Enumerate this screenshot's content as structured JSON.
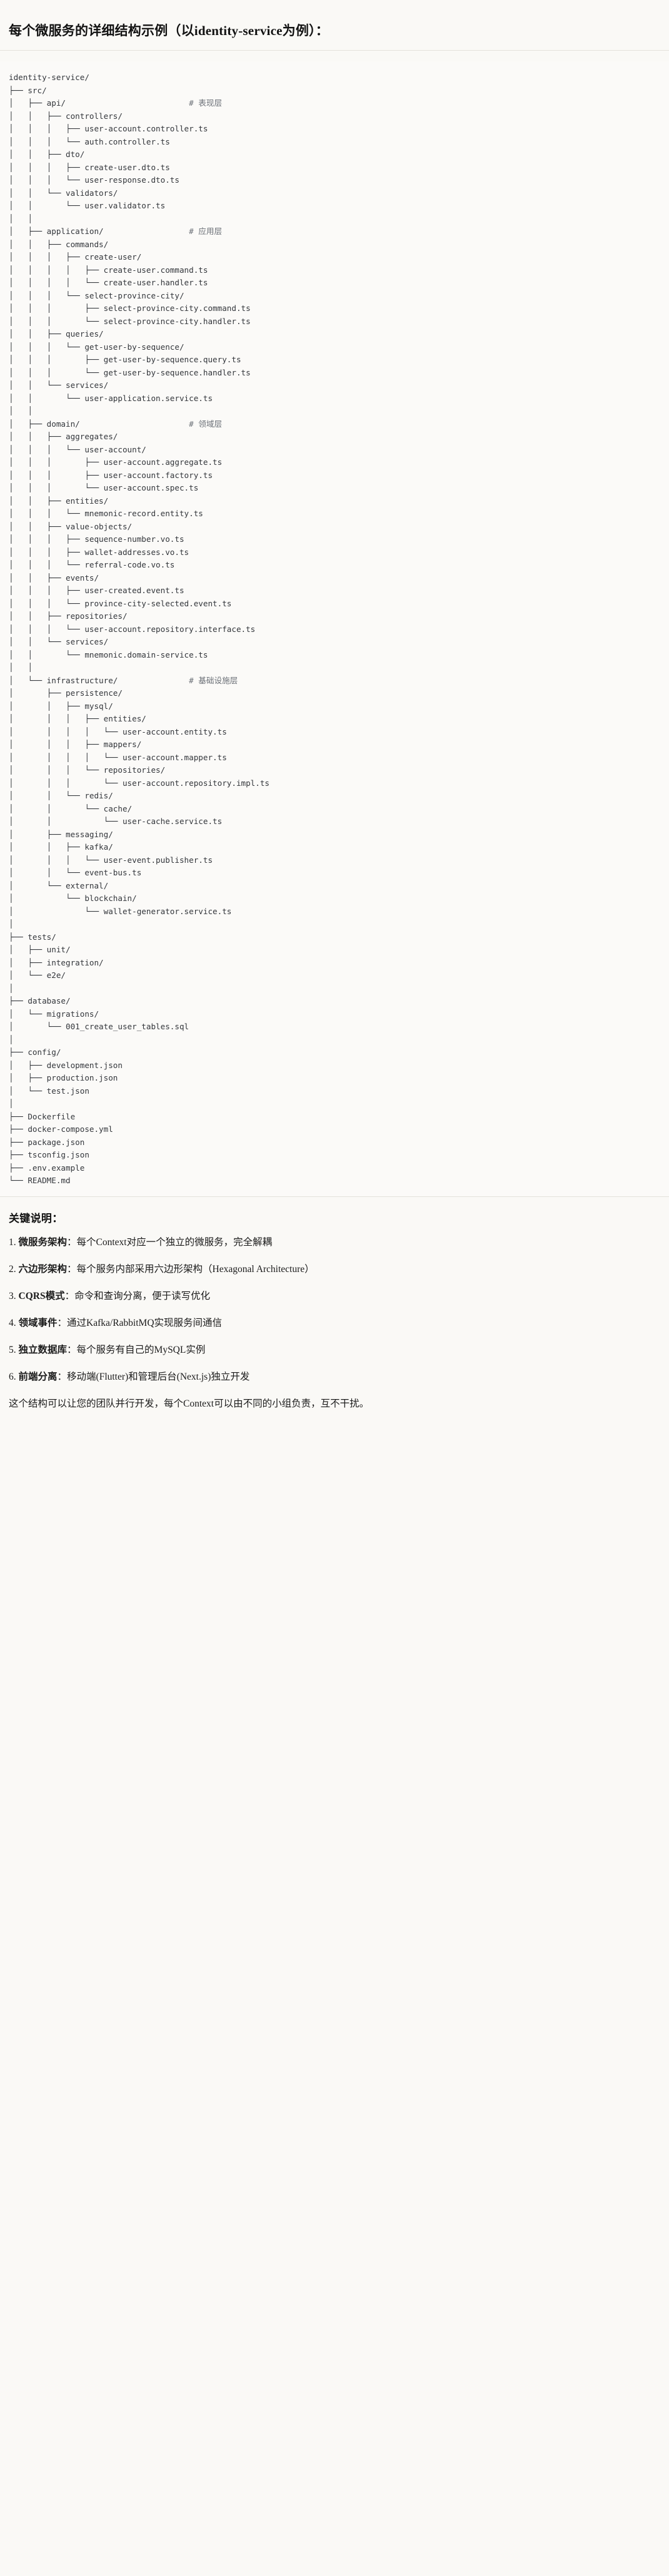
{
  "heading": "每个微服务的详细结构示例（以identity-service为例）：",
  "tree": {
    "root": "identity-service/",
    "comments": {
      "api": "# 表现层",
      "application": "# 应用层",
      "domain": "# 领域层",
      "infrastructure": "# 基础设施层"
    },
    "lines": [
      "identity-service/",
      "├── src/",
      "│   ├── api/                          # 表现层",
      "│   │   ├── controllers/",
      "│   │   │   ├── user-account.controller.ts",
      "│   │   │   └── auth.controller.ts",
      "│   │   ├── dto/",
      "│   │   │   ├── create-user.dto.ts",
      "│   │   │   └── user-response.dto.ts",
      "│   │   └── validators/",
      "│   │       └── user.validator.ts",
      "│   │",
      "│   ├── application/                  # 应用层",
      "│   │   ├── commands/",
      "│   │   │   ├── create-user/",
      "│   │   │   │   ├── create-user.command.ts",
      "│   │   │   │   └── create-user.handler.ts",
      "│   │   │   └── select-province-city/",
      "│   │   │       ├── select-province-city.command.ts",
      "│   │   │       └── select-province-city.handler.ts",
      "│   │   ├── queries/",
      "│   │   │   └── get-user-by-sequence/",
      "│   │   │       ├── get-user-by-sequence.query.ts",
      "│   │   │       └── get-user-by-sequence.handler.ts",
      "│   │   └── services/",
      "│   │       └── user-application.service.ts",
      "│   │",
      "│   ├── domain/                       # 领域层",
      "│   │   ├── aggregates/",
      "│   │   │   └── user-account/",
      "│   │   │       ├── user-account.aggregate.ts",
      "│   │   │       ├── user-account.factory.ts",
      "│   │   │       └── user-account.spec.ts",
      "│   │   ├── entities/",
      "│   │   │   └── mnemonic-record.entity.ts",
      "│   │   ├── value-objects/",
      "│   │   │   ├── sequence-number.vo.ts",
      "│   │   │   ├── wallet-addresses.vo.ts",
      "│   │   │   └── referral-code.vo.ts",
      "│   │   ├── events/",
      "│   │   │   ├── user-created.event.ts",
      "│   │   │   └── province-city-selected.event.ts",
      "│   │   ├── repositories/",
      "│   │   │   └── user-account.repository.interface.ts",
      "│   │   └── services/",
      "│   │       └── mnemonic.domain-service.ts",
      "│   │",
      "│   └── infrastructure/               # 基础设施层",
      "│       ├── persistence/",
      "│       │   ├── mysql/",
      "│       │   │   ├── entities/",
      "│       │   │   │   └── user-account.entity.ts",
      "│       │   │   ├── mappers/",
      "│       │   │   │   └── user-account.mapper.ts",
      "│       │   │   └── repositories/",
      "│       │   │       └── user-account.repository.impl.ts",
      "│       │   └── redis/",
      "│       │       └── cache/",
      "│       │           └── user-cache.service.ts",
      "│       ├── messaging/",
      "│       │   ├── kafka/",
      "│       │   │   └── user-event.publisher.ts",
      "│       │   └── event-bus.ts",
      "│       └── external/",
      "│           └── blockchain/",
      "│               └── wallet-generator.service.ts",
      "│",
      "├── tests/",
      "│   ├── unit/",
      "│   ├── integration/",
      "│   └── e2e/",
      "│",
      "├── database/",
      "│   └── migrations/",
      "│       └── 001_create_user_tables.sql",
      "│",
      "├── config/",
      "│   ├── development.json",
      "│   ├── production.json",
      "│   └── test.json",
      "│",
      "├── Dockerfile",
      "├── docker-compose.yml",
      "├── package.json",
      "├── tsconfig.json",
      "├── .env.example",
      "└── README.md"
    ]
  },
  "notes": {
    "title": "关键说明：",
    "items": [
      {
        "num": "1.",
        "key": "微服务架构",
        "colon": "：",
        "body": "每个Context对应一个独立的微服务，完全解耦"
      },
      {
        "num": "2.",
        "key": "六边形架构",
        "colon": "：",
        "body": "每个服务内部采用六边形架构（Hexagonal Architecture）"
      },
      {
        "num": "3.",
        "key": "CQRS模式",
        "colon": "：",
        "body": "命令和查询分离，便于读写优化"
      },
      {
        "num": "4.",
        "key": "领域事件",
        "colon": "：",
        "body": "通过Kafka/RabbitMQ实现服务间通信"
      },
      {
        "num": "5.",
        "key": "独立数据库",
        "colon": "：",
        "body": "每个服务有自己的MySQL实例"
      },
      {
        "num": "6.",
        "key": "前端分离",
        "colon": "：",
        "body": "移动端(Flutter)和管理后台(Next.js)独立开发"
      }
    ],
    "footer": "这个结构可以让您的团队并行开发，每个Context可以由不同的小组负责，互不干扰。"
  },
  "colors": {
    "background": "#faf9f6",
    "text": "#1f1f1f",
    "code_text": "#33363b",
    "comment": "#6b7077",
    "divider": "#e4e2dc"
  }
}
